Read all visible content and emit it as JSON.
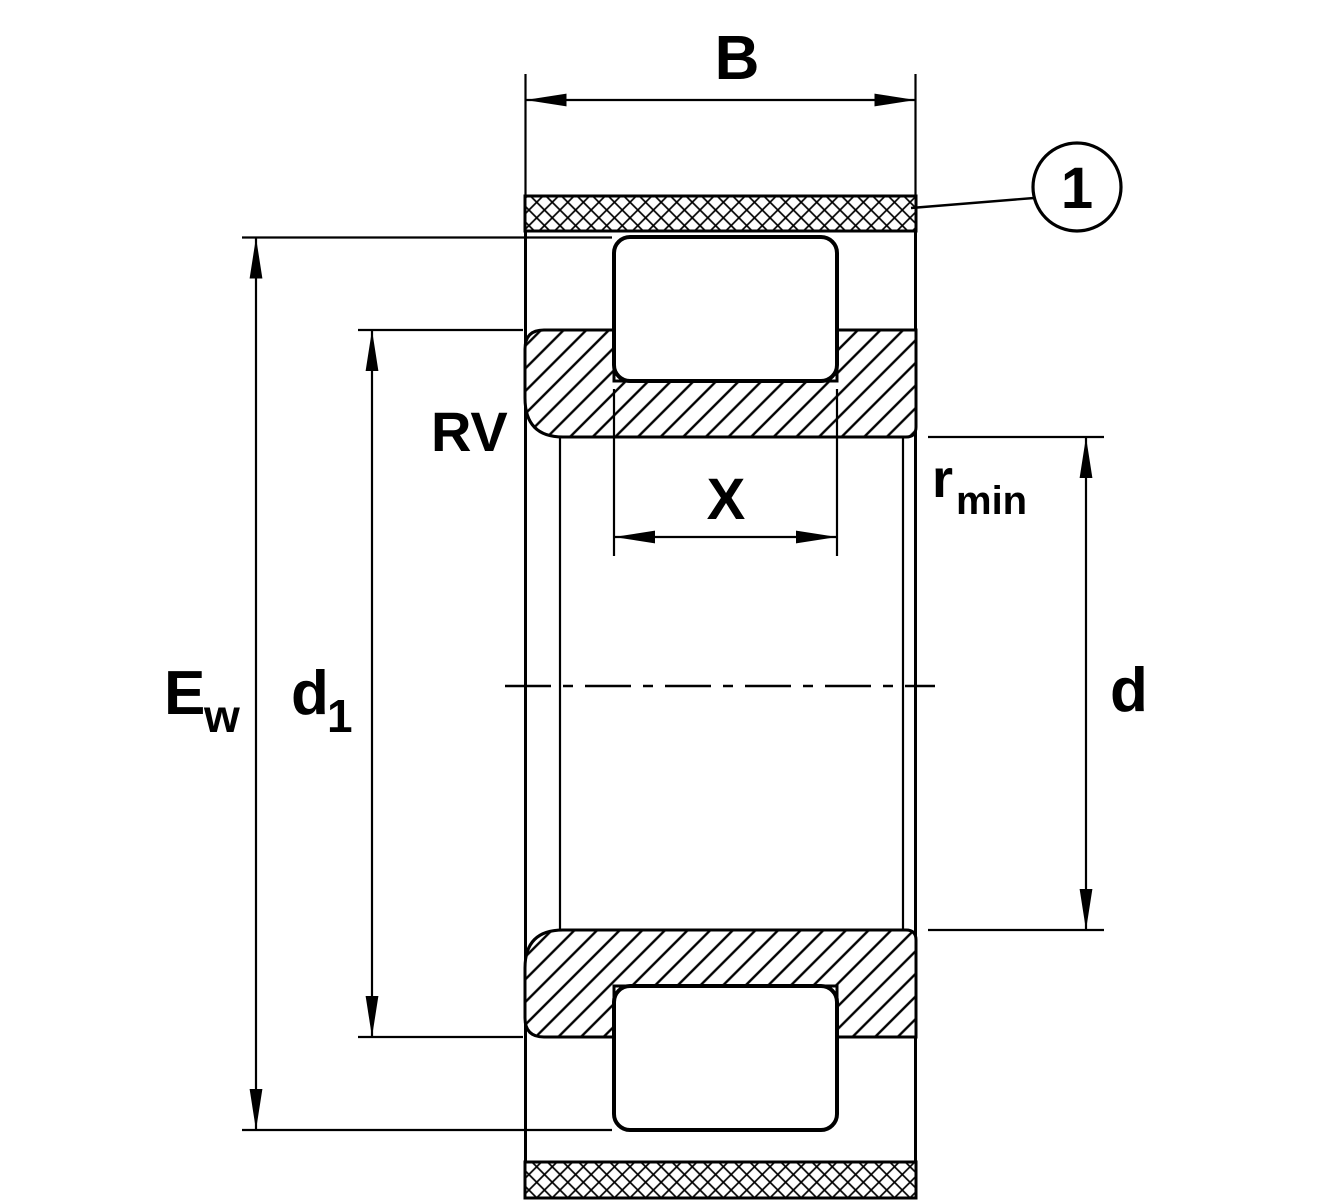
{
  "drawing": {
    "subject": "cylindrical-roller-bearing-cross-section",
    "colors": {
      "line": "#000000",
      "background": "#ffffff"
    },
    "dimensions": {
      "width": {
        "label": "B"
      },
      "outer_raceway": {
        "label": "E",
        "sub": "w"
      },
      "rib_diameter": {
        "label": "d",
        "sub": "1"
      },
      "bore_diameter": {
        "label": "d"
      },
      "roller_length": {
        "label": "X"
      },
      "corner_radius": {
        "label": "r",
        "sub": "min"
      },
      "recess": {
        "label": "RV"
      }
    },
    "callout": {
      "number": "1"
    }
  }
}
